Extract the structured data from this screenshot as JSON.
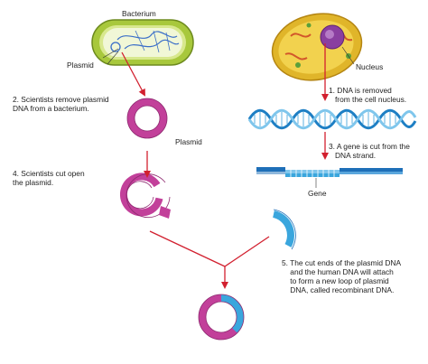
{
  "labels": {
    "bacterium": "Bacterium",
    "plasmid_top": "Plasmid",
    "nucleus": "Nucleus",
    "step1": "1. DNA is removed\n   from the cell nucleus.",
    "step2": "2. Scientists remove plasmid\nDNA from a bacterium.",
    "plasmid_mid": "Plasmid",
    "step3": "3. A gene is cut from the\n   DNA strand.",
    "step4": "4. Scientists cut open\nthe plasmid.",
    "gene": "Gene",
    "step5": "5. The cut ends of the plasmid DNA\n    and the human DNA will attach\n    to form a new loop of plasmid\n    DNA, called recombinant DNA."
  },
  "colors": {
    "plasmid_ring": "#c2409a",
    "human_dna": "#3aa6dd",
    "arrow": "#d2202f",
    "bacterium_body": "#a8c83c",
    "cell_body": "#e0b52a",
    "nucleus": "#8a3fa0"
  }
}
